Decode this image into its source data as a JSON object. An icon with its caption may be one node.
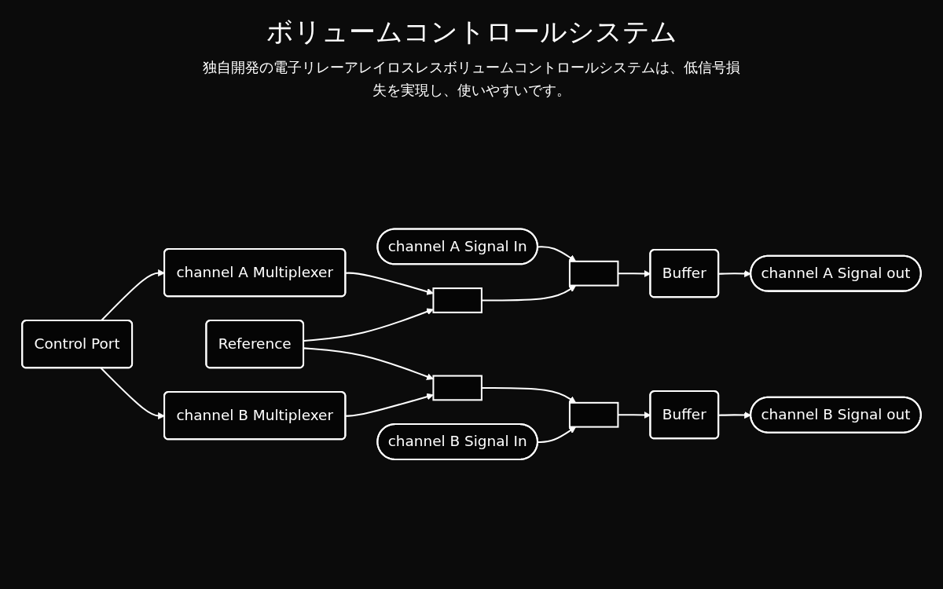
{
  "diagram": {
    "title": "ボリュームコントロールシステム",
    "nodes": [
      {
        "text": [
          "channel A Signal In"
        ]
      },
      {
        "text": [],
        "shape": "box"
      },
      {
        "text": [
          "Buffer"
        ]
      },
      {
        "text": [
          "channel A Signal out"
        ]
      },
      {
        "text": [
          "Control Port"
        ]
      },
      {
        "text": [
          "channel A Multiplexer"
        ]
      },
      {
        "text": [],
        "shape": "box"
      },
      {
        "text": [
          "Reference"
        ]
      },
      {
        "text": [
          "channel B Multiplexer"
        ]
      },
      {
        "text": [],
        "shape": "box"
      },
      {
        "text": [
          "channel B Signal In"
        ]
      },
      {
        "text": [],
        "shape": "box"
      },
      {
        "text": [
          "Buffer"
        ]
      },
      {
        "text": [
          "channel B Signal out"
        ]
      }
    ],
    "edges": [
      {
        "from": 0,
        "to": 1,
        "arrow": "to"
      },
      {
        "from": 1,
        "to": 2,
        "arrow": "to"
      },
      {
        "from": 2,
        "to": 3,
        "arrow": "to"
      },
      {
        "from": 6,
        "to": 1,
        "arrow": "to"
      },
      {
        "from": 4,
        "to": 5,
        "arrow": "to"
      },
      {
        "from": 4,
        "to": 8,
        "arrow": "to"
      },
      {
        "from": 5,
        "to": 6,
        "arrow": "to"
      },
      {
        "from": 7,
        "to": 6,
        "arrow": "to"
      },
      {
        "from": 8,
        "to": 9,
        "arrow": "to"
      },
      {
        "from": 7,
        "to": 9,
        "arrow": "to"
      },
      {
        "from": 9,
        "to": 11,
        "arrow": "to"
      },
      {
        "from": 10,
        "to": 11,
        "arrow": "to"
      },
      {
        "from": 11,
        "to": 12,
        "arrow": "to"
      },
      {
        "from": 12,
        "to": 13,
        "arrow": "to"
      }
    ],
    "labels": [
      "独自開発の電子リレーアレイロスレスボリュームコントロールシステムは、低信号損失を実現し、使いやすいです。"
    ]
  }
}
